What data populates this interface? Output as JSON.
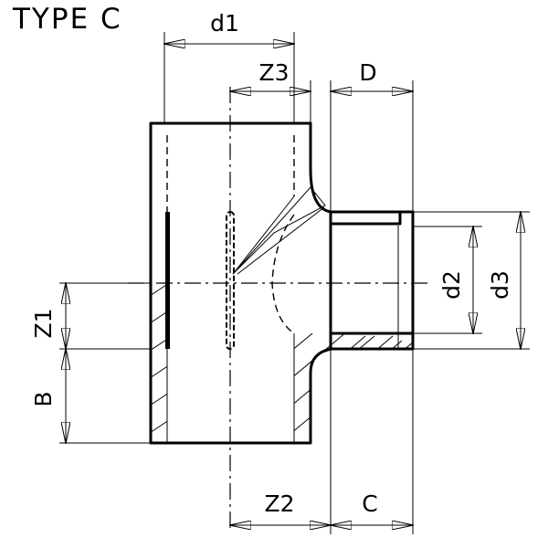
{
  "title": "TYPE C",
  "labels": {
    "d1": "d1",
    "z3": "Z3",
    "d": "D",
    "d2": "d2",
    "d3": "d3",
    "z1": "Z1",
    "b": "B",
    "z2": "Z2",
    "c": "C"
  }
}
